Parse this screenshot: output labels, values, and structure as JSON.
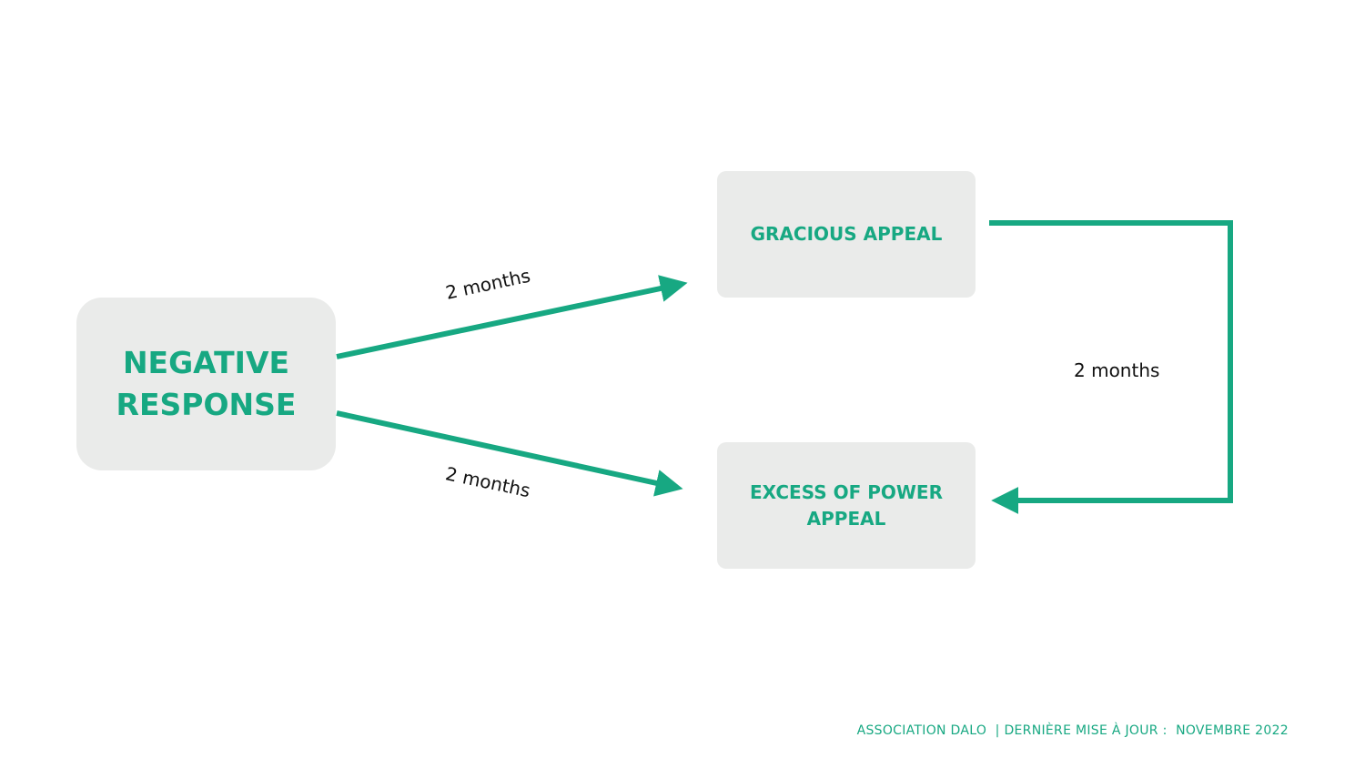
{
  "nodes": {
    "negative_response": "NEGATIVE\nRESPONSE",
    "gracious_appeal": "GRACIOUS APPEAL",
    "excess_of_power_appeal": "EXCESS OF POWER\nAPPEAL"
  },
  "edges": {
    "negative_to_gracious": "2 months",
    "negative_to_excess": "2 months",
    "gracious_to_excess": "2 months"
  },
  "footer": "ASSOCIATION DALO  | DERNIÈRE MISE À JOUR :  NOVEMBRE 2022",
  "colors": {
    "accent": "#17a882",
    "box_fill": "#eaebea",
    "label_text": "#111111"
  }
}
